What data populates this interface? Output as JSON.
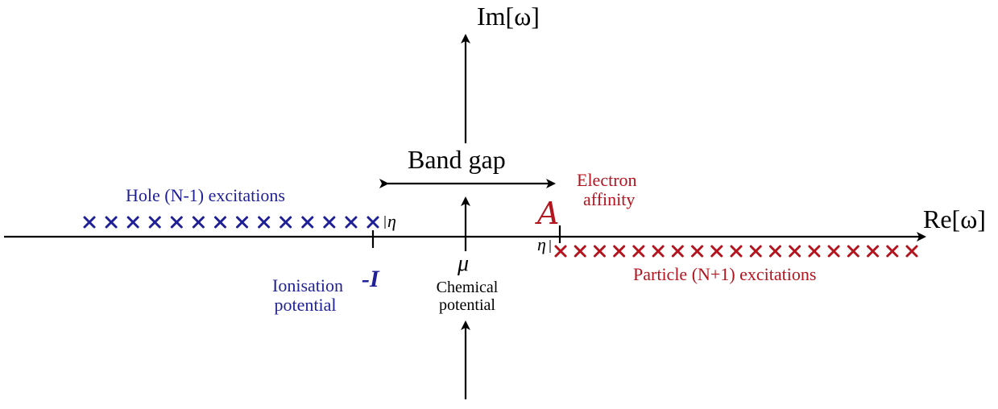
{
  "axes": {
    "imaginary_label": "Im[ω]",
    "real_label": "Re[ω]"
  },
  "band_gap": "Band gap",
  "hole": {
    "label": "Hole (N-1) excitations",
    "symbol": "-I",
    "caption_line1": "Ionisation",
    "caption_line2": "potential",
    "count": 14,
    "color": "#1f1f96"
  },
  "particle": {
    "label": "Particle (N+1) excitations",
    "symbol": "A",
    "caption_line1": "Electron",
    "caption_line2": "affinity",
    "count": 19,
    "color": "#b4141e"
  },
  "chemical_potential": {
    "symbol": "μ",
    "caption_line1": "Chemical",
    "caption_line2": "potential"
  },
  "eta": "η",
  "marker": "×"
}
